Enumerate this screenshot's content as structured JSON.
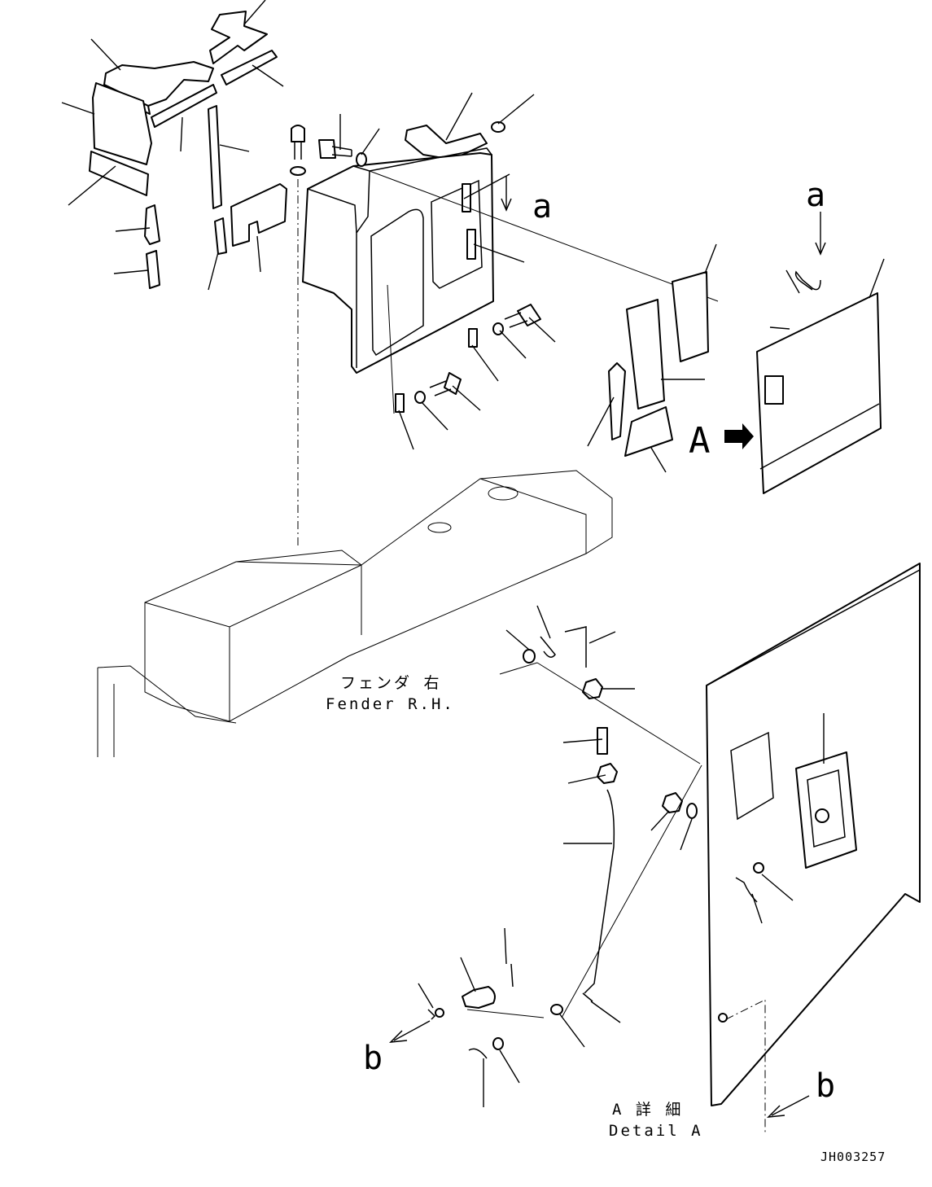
{
  "labels": {
    "callout_a_top": "a",
    "callout_a_right": "a",
    "view_marker": "A",
    "callout_b_left": "b",
    "callout_b_right": "b",
    "fender_jp": "フェンダ 右",
    "fender_en": "Fender R.H.",
    "detail_jp": "A 詳 細",
    "detail_en": "Detail A",
    "drawing_number": "JH003257"
  }
}
